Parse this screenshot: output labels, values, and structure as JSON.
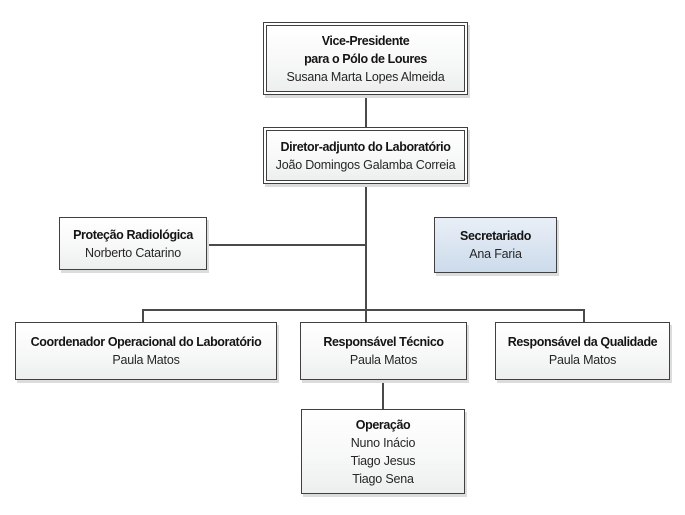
{
  "org_chart": {
    "type": "org-tree",
    "nodes": {
      "vice_presidente": {
        "title_line1": "Vice-Presidente",
        "title_line2": "para o Pólo de Loures",
        "person": "Susana Marta Lopes Almeida"
      },
      "diretor_adjunto": {
        "title": "Diretor-adjunto do Laboratório",
        "person": "João Domingos Galamba Correia"
      },
      "protecao_radiologica": {
        "title": "Proteção Radiológica",
        "person": "Norberto Catarino"
      },
      "secretariado": {
        "title": "Secretariado",
        "person": "Ana Faria"
      },
      "coordenador_operacional": {
        "title": "Coordenador Operacional do Laboratório",
        "person": "Paula Matos"
      },
      "responsavel_tecnico": {
        "title": "Responsável Técnico",
        "person": "Paula Matos"
      },
      "responsavel_qualidade": {
        "title": "Responsável da Qualidade",
        "person": "Paula Matos"
      },
      "operacao": {
        "title": "Operação",
        "person1": "Nuno Inácio",
        "person2": "Tiago Jesus",
        "person3": "Tiago Sena"
      }
    },
    "edges": [
      "vice_presidente -> diretor_adjunto",
      "diretor_adjunto -> protecao_radiologica",
      "diretor_adjunto -> coordenador_operacional",
      "diretor_adjunto -> responsavel_tecnico",
      "diretor_adjunto -> responsavel_qualidade",
      "responsavel_tecnico -> operacao"
    ],
    "colors": {
      "box_border": "#404040",
      "connector": "#4a4a4a",
      "fill_top": "#ffffff",
      "fill_bottom": "#edefef",
      "blue_top": "#e9eff7",
      "blue_bottom": "#ccdbeb",
      "shadow": "#dcdcdc"
    }
  }
}
